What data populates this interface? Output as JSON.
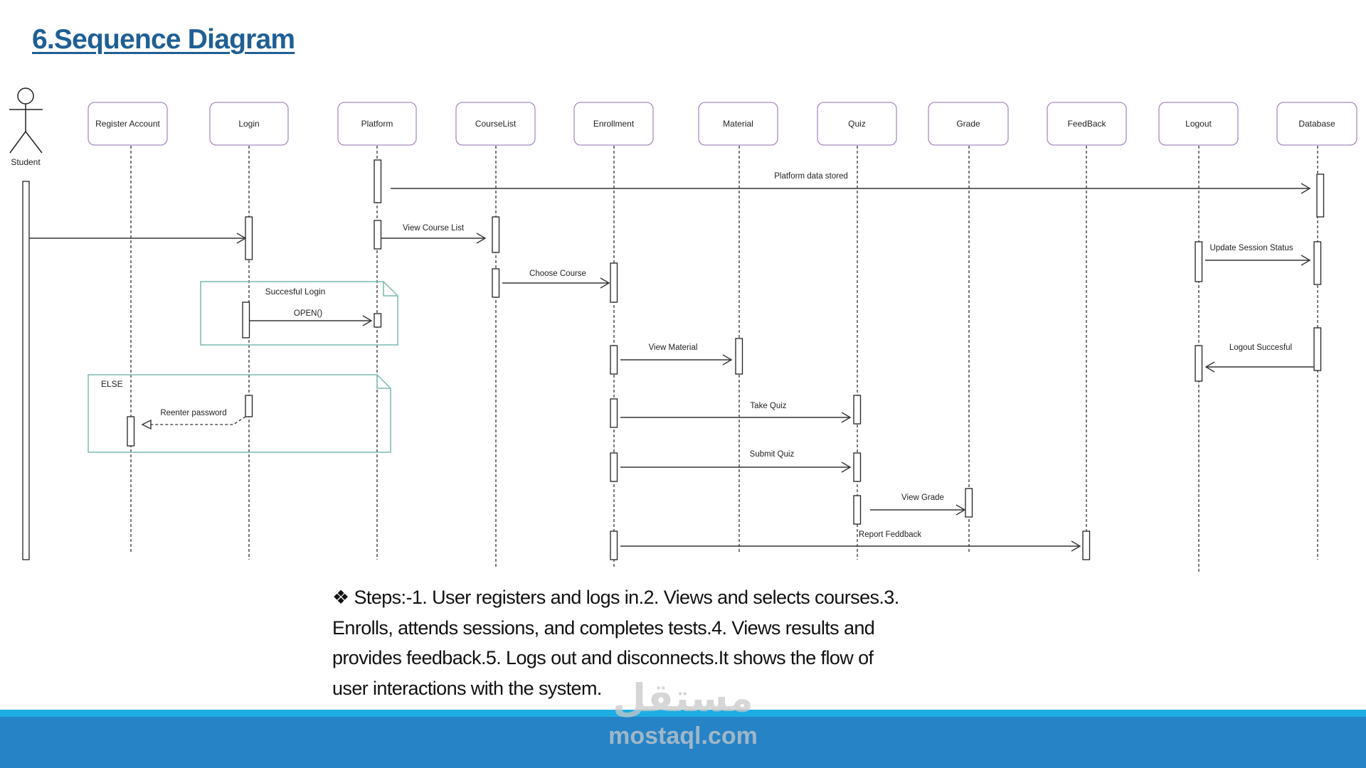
{
  "page": {
    "title": "6.Sequence Diagram"
  },
  "actor": {
    "label": "Student"
  },
  "lifelines": [
    {
      "label": "Register Account"
    },
    {
      "label": "Login"
    },
    {
      "label": "Platform"
    },
    {
      "label": "CourseList"
    },
    {
      "label": "Enrollment"
    },
    {
      "label": "Material"
    },
    {
      "label": "Quiz"
    },
    {
      "label": "Grade"
    },
    {
      "label": "FeedBack"
    },
    {
      "label": "Logout"
    },
    {
      "label": "Database"
    }
  ],
  "messages": [
    {
      "label": "Platform data stored",
      "from": "Platform",
      "to": "Database",
      "type": "sync"
    },
    {
      "label": "",
      "from": "Student",
      "to": "Login",
      "type": "sync"
    },
    {
      "label": "View Course List",
      "from": "Platform",
      "to": "CourseList",
      "type": "sync"
    },
    {
      "label": "Update Session Status",
      "from": "Logout",
      "to": "Database",
      "type": "sync"
    },
    {
      "label": "Choose Course",
      "from": "CourseList",
      "to": "Enrollment",
      "type": "sync"
    },
    {
      "label": "OPEN()",
      "from": "Login",
      "to": "Platform",
      "type": "sync"
    },
    {
      "label": "View Material",
      "from": "Enrollment",
      "to": "Material",
      "type": "sync"
    },
    {
      "label": "Logout Succesful",
      "from": "Database",
      "to": "Logout",
      "type": "sync"
    },
    {
      "label": "Reenter password",
      "from": "Login",
      "to": "Register Account",
      "type": "return"
    },
    {
      "label": "Take Quiz",
      "from": "Enrollment",
      "to": "Quiz",
      "type": "sync"
    },
    {
      "label": "Submit Quiz",
      "from": "Enrollment",
      "to": "Quiz",
      "type": "sync"
    },
    {
      "label": "View Grade",
      "from": "Quiz",
      "to": "Grade",
      "type": "sync"
    },
    {
      "label": "Report Feddback",
      "from": "Enrollment",
      "to": "FeedBack",
      "type": "sync"
    }
  ],
  "frames": {
    "success": {
      "label": "Succesful Login"
    },
    "else": {
      "label": "ELSE"
    }
  },
  "steps": {
    "bullet": "❖",
    "lines": [
      " Steps:-1. User registers and logs in.2. Views and selects courses.3.",
      "Enrolls, attends sessions, and completes tests.4. Views results and",
      "provides feedback.5. Logs out and disconnects.It shows the flow of",
      "user interactions with the system."
    ]
  },
  "watermark": {
    "arabic": "مستقل",
    "latin": "mostaql.com"
  },
  "colors": {
    "title": "#1f5f94",
    "lifeline_box_border": "#a98bc4",
    "frame_border": "#7ab8b0",
    "footer_light": "#1dade4",
    "footer_main": "#2583c6"
  }
}
